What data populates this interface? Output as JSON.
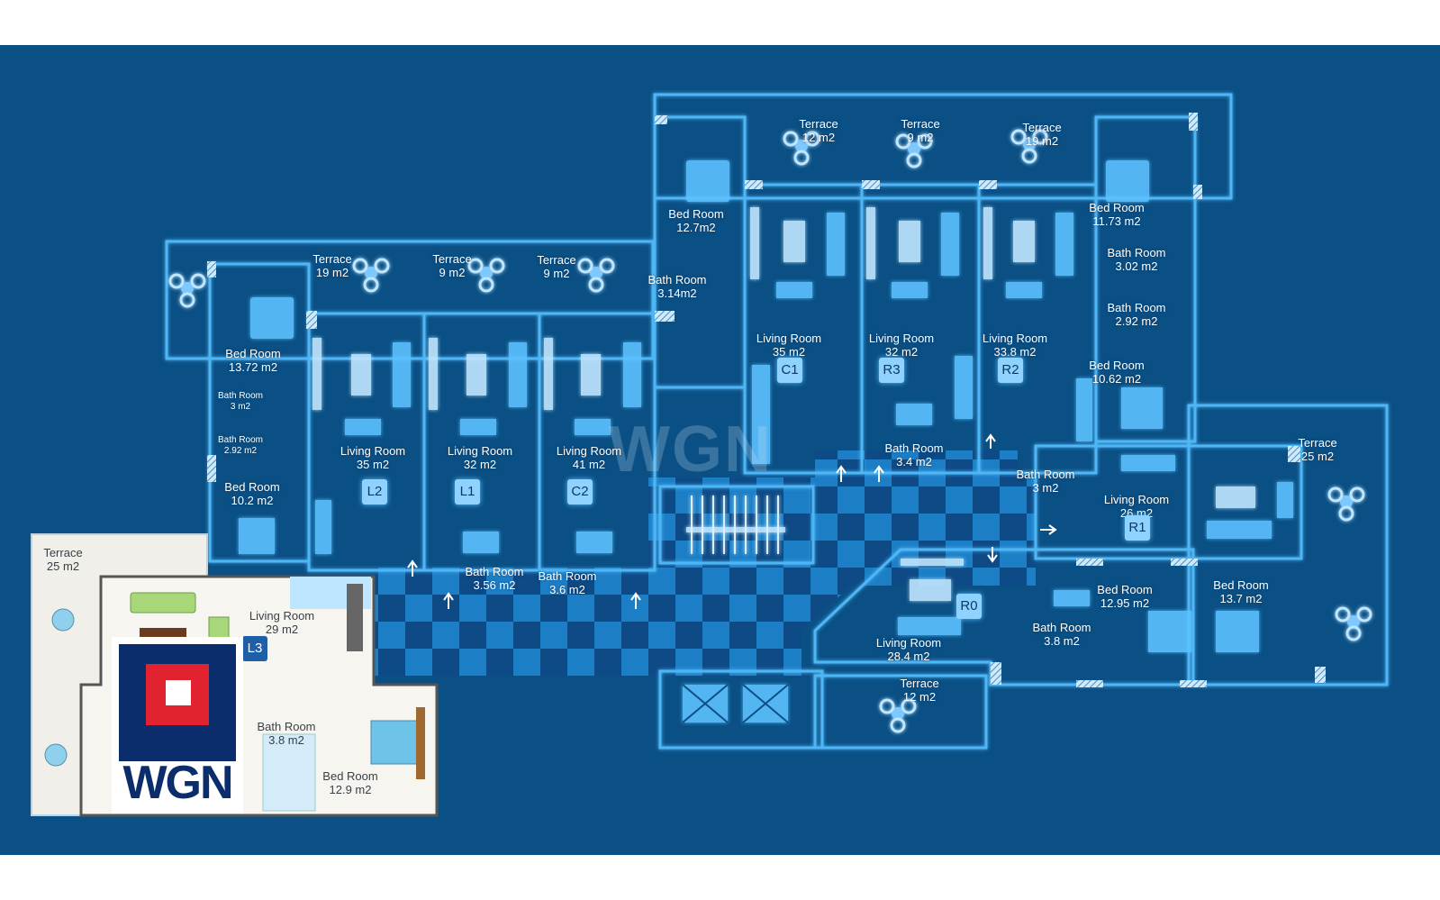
{
  "brand": {
    "name": "WGN",
    "watermark": "WGN"
  },
  "colors": {
    "background": "#0a5085",
    "glow": "#4fb6f5",
    "inset": "#f7f5f0"
  },
  "rooms": [
    {
      "id": "terrace-l2",
      "line1": "Terrace",
      "line2": "19 m2"
    },
    {
      "id": "bed-l2-a",
      "line1": "Bed Room",
      "line2": "13.72 m2"
    },
    {
      "id": "bath-l2-a",
      "line1": "Bath Room",
      "line2": "3 m2"
    },
    {
      "id": "bath-l2-b",
      "line1": "Bath Room",
      "line2": "2.92 m2"
    },
    {
      "id": "bed-l2-b",
      "line1": "Bed Room",
      "line2": "10.2 m2"
    },
    {
      "id": "living-l2",
      "line1": "Living Room",
      "line2": "35 m2"
    },
    {
      "id": "terrace-l1",
      "line1": "Terrace",
      "line2": "9 m2"
    },
    {
      "id": "living-l1",
      "line1": "Living Room",
      "line2": "32 m2"
    },
    {
      "id": "bath-l1",
      "line1": "Bath Room",
      "line2": "3.56 m2"
    },
    {
      "id": "terrace-c2",
      "line1": "Terrace",
      "line2": "9 m2"
    },
    {
      "id": "living-c2",
      "line1": "Living Room",
      "line2": "41 m2"
    },
    {
      "id": "bath-c2",
      "line1": "Bath Room",
      "line2": "3.6 m2"
    },
    {
      "id": "bed-c1",
      "line1": "Bed Room",
      "line2": "12.7m2"
    },
    {
      "id": "bath-c1",
      "line1": "Bath Room",
      "line2": "3.14m2"
    },
    {
      "id": "terrace-c1",
      "line1": "Terrace",
      "line2": "12 m2"
    },
    {
      "id": "living-c1",
      "line1": "Living Room",
      "line2": "35 m2"
    },
    {
      "id": "terrace-r3",
      "line1": "Terrace",
      "line2": "9 m2"
    },
    {
      "id": "living-r3",
      "line1": "Living Room",
      "line2": "32 m2"
    },
    {
      "id": "bath-r3",
      "line1": "Bath Room",
      "line2": "3.4 m2"
    },
    {
      "id": "terrace-r2",
      "line1": "Terrace",
      "line2": "19 m2"
    },
    {
      "id": "living-r2",
      "line1": "Living Room",
      "line2": "33.8 m2"
    },
    {
      "id": "bed-r2-a",
      "line1": "Bed Room",
      "line2": "11.73 m2"
    },
    {
      "id": "bath-r2-a",
      "line1": "Bath Room",
      "line2": "3.02 m2"
    },
    {
      "id": "bath-r2-b",
      "line1": "Bath Room",
      "line2": "2.92 m2"
    },
    {
      "id": "bed-r2-b",
      "line1": "Bed Room",
      "line2": "10.62 m2"
    },
    {
      "id": "terrace-r1",
      "line1": "Terrace",
      "line2": "25 m2"
    },
    {
      "id": "bath-r1",
      "line1": "Bath Room",
      "line2": "3 m2"
    },
    {
      "id": "living-r1",
      "line1": "Living Room",
      "line2": "26 m2"
    },
    {
      "id": "living-r0",
      "line1": "Living Room",
      "line2": "28.4 m2"
    },
    {
      "id": "bath-r0",
      "line1": "Bath Room",
      "line2": "3.8 m2"
    },
    {
      "id": "bed-r0",
      "line1": "Bed Room",
      "line2": "12.95 m2"
    },
    {
      "id": "bed-r1",
      "line1": "Bed Room",
      "line2": "13.7 m2"
    },
    {
      "id": "terrace-r0",
      "line1": "Terrace",
      "line2": "12 m2"
    },
    {
      "id": "terrace-l3",
      "line1": "Terrace",
      "line2": "25 m2"
    },
    {
      "id": "living-l3",
      "line1": "Living Room",
      "line2": "29 m2"
    },
    {
      "id": "bath-l3",
      "line1": "Bath Room",
      "line2": "3.8 m2"
    },
    {
      "id": "bed-l3",
      "line1": "Bed Room",
      "line2": "12.9 m2"
    }
  ],
  "unit_codes": [
    "L2",
    "L1",
    "C2",
    "C1",
    "R3",
    "R2",
    "R1",
    "R0",
    "L3"
  ]
}
